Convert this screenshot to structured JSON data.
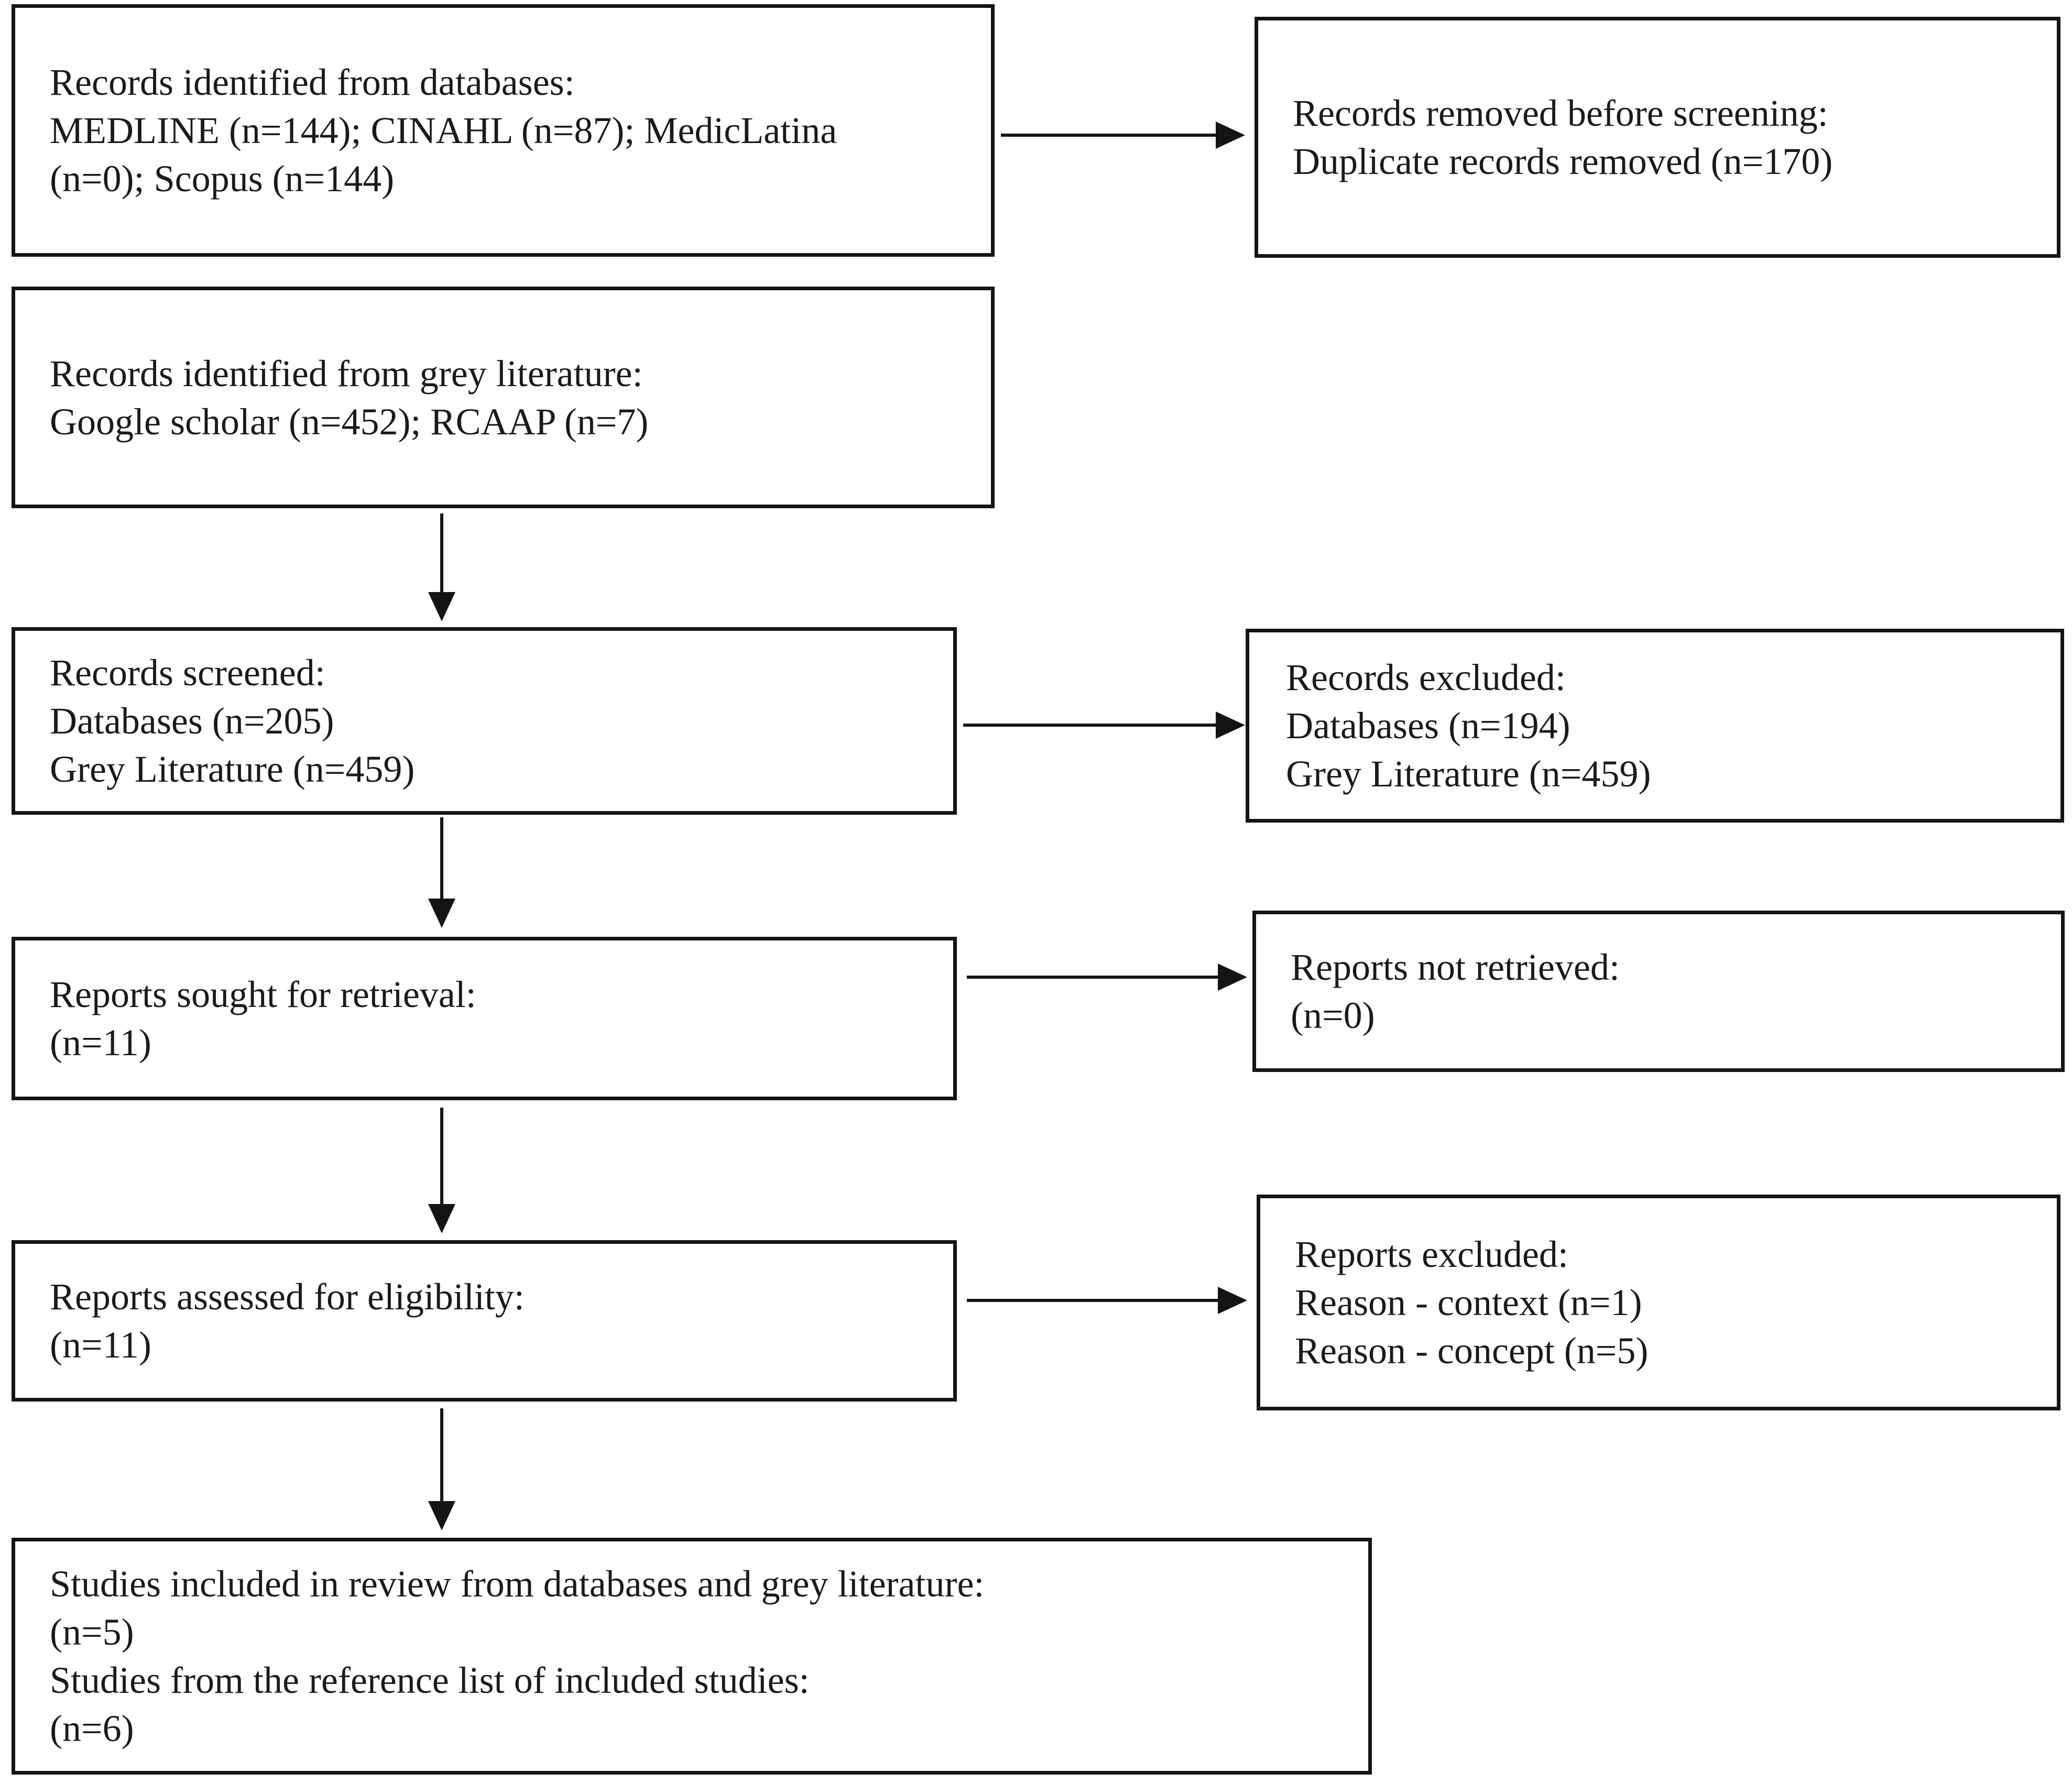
{
  "boxes": {
    "databases": {
      "lines": [
        "Records identified from databases:",
        "MEDLINE (n=144); CINAHL (n=87); MedicLatina",
        "(n=0); Scopus (n=144)"
      ]
    },
    "removed": {
      "lines": [
        "Records removed before screening:",
        "Duplicate records removed (n=170)"
      ]
    },
    "grey": {
      "lines": [
        "Records identified from grey literature:",
        "Google scholar (n=452); RCAAP (n=7)"
      ]
    },
    "screened": {
      "lines": [
        "Records screened:",
        "Databases (n=205)",
        "Grey Literature (n=459)"
      ]
    },
    "excluded": {
      "lines": [
        "Records excluded:",
        "Databases (n=194)",
        "Grey Literature (n=459)"
      ]
    },
    "sought": {
      "lines": [
        "Reports sought for retrieval:",
        "(n=11)"
      ]
    },
    "not_retrieved": {
      "lines": [
        "Reports not retrieved:",
        "(n=0)"
      ]
    },
    "assessed": {
      "lines": [
        "Reports assessed for eligibility:",
        "(n=11)"
      ]
    },
    "reports_excluded": {
      "lines": [
        "Reports excluded:",
        "Reason - context (n=1)",
        "Reason - concept (n=5)"
      ]
    },
    "included": {
      "lines": [
        "Studies included in review from databases and grey literature:",
        "(n=5)",
        "Studies from the reference list of included studies:",
        "(n=6)"
      ]
    }
  },
  "colors": {
    "stroke": "#141414",
    "text": "#1a1a1a",
    "background": "#ffffff"
  }
}
